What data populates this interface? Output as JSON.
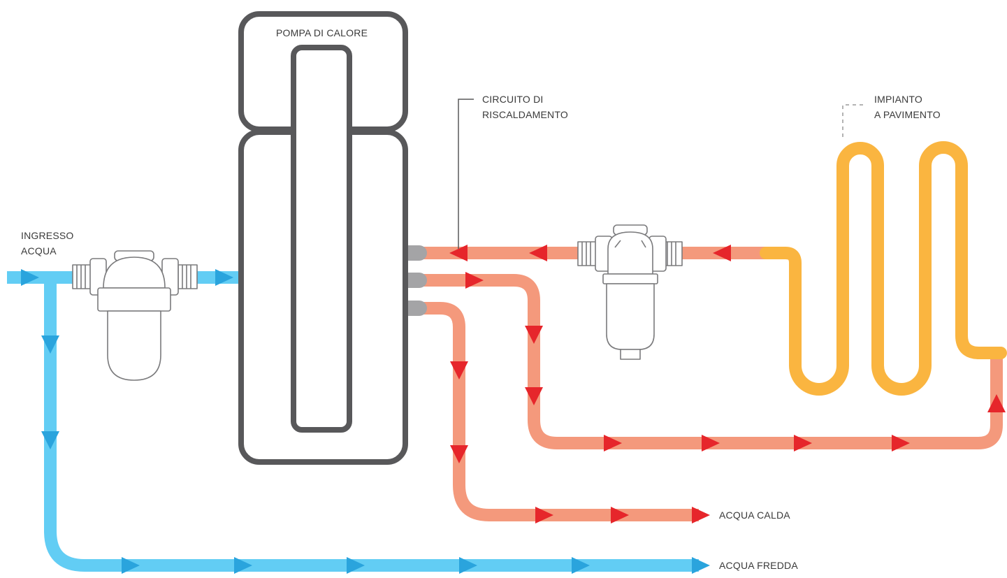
{
  "labels": {
    "heat_pump": "POMPA DI CALORE",
    "heating_circuit": [
      "CIRCUITO DI",
      "RISCALDAMENTO"
    ],
    "floor_system": [
      "IMPIANTO",
      "A PAVIMENTO"
    ],
    "water_inlet": [
      "INGRESSO",
      "ACQUA"
    ],
    "hot_water": "ACQUA CALDA",
    "cold_water": "ACQUA FREDDA"
  },
  "colors": {
    "cold_pipe": "#62cdf4",
    "cold_arrow": "#2aa4dd",
    "hot_pipe": "#f4997c",
    "hot_arrow": "#e6262b",
    "floor_pipe": "#fab540",
    "outline": "#58585a",
    "fitting": "#a4a4a6"
  }
}
